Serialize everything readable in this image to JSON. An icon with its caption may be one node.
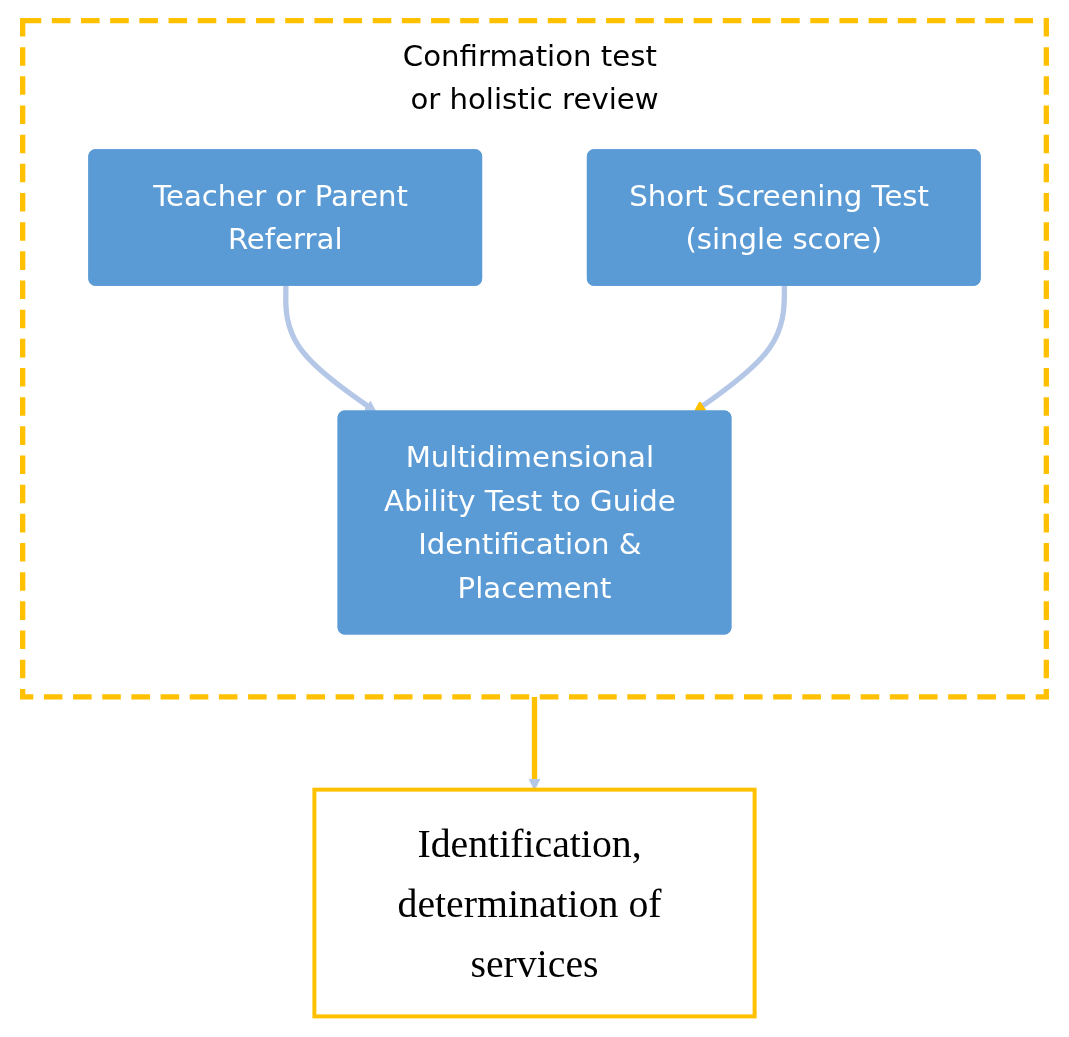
{
  "diagram": {
    "nodes": [
      {
        "text": [
          "Confirmation test or holistic review"
        ]
      },
      {
        "text": [
          "Teacher or Parent Referral"
        ],
        "in": 0
      },
      {
        "text": [
          "Short Screening Test (single score)"
        ],
        "in": 0
      },
      {
        "text": [
          "Multidimensional Ability Test to Guide Identification & Placement"
        ],
        "in": 0
      },
      {
        "text": [
          "Identification, determination of services"
        ]
      }
    ],
    "edges": [
      {
        "from": 1,
        "to": 3,
        "arrow": "to",
        "color": "#b4c7e7"
      },
      {
        "from": 2,
        "to": 3,
        "arrow": "to",
        "color": "#b4c7e7"
      },
      {
        "from": 0,
        "to": 4,
        "arrow": "to",
        "color": "#ffc000"
      }
    ]
  }
}
